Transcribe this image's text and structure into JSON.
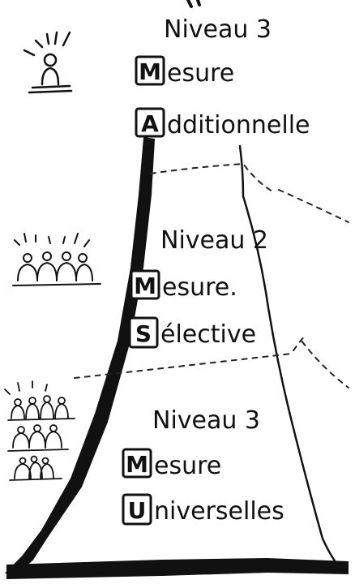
{
  "levels": [
    {
      "heading": "Niveau 3",
      "word1_initial": "M",
      "word1_rest": "esure",
      "word2_initial": "A",
      "word2_rest": "dditionnelle"
    },
    {
      "heading": "Niveau 2",
      "word1_initial": "M",
      "word1_rest": "esure.",
      "word2_initial": "S",
      "word2_rest": "élective"
    },
    {
      "heading": "Niveau 3",
      "word1_initial": "M",
      "word1_rest": "esure",
      "word2_initial": "U",
      "word2_rest": "niverselles"
    }
  ]
}
